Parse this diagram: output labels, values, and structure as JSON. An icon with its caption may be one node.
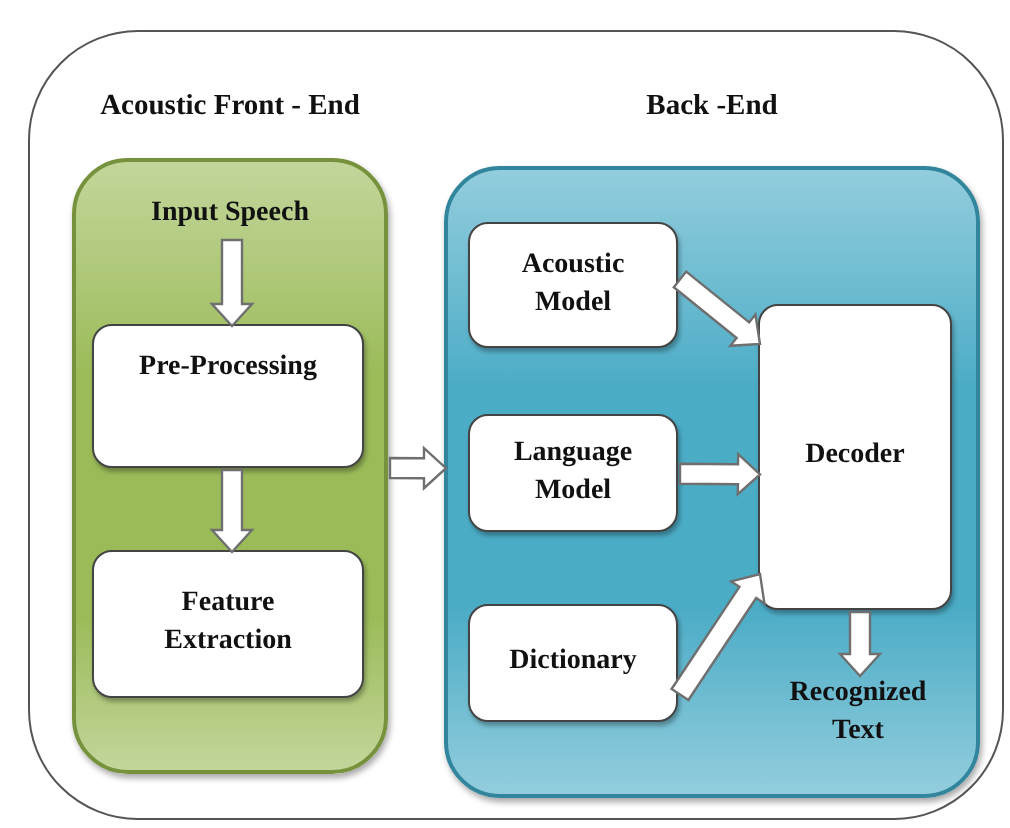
{
  "diagram": {
    "nodes": [
      {
        "text": [],
        "shape": "box"
      },
      {
        "text": [
          "Acoustic Front - End"
        ],
        "in": 0
      },
      {
        "text": [
          "Input Speech"
        ],
        "in": 1
      },
      {
        "text": [
          "Pre-Processing"
        ],
        "in": 1
      },
      {
        "text": [
          "Feature Extraction"
        ],
        "in": 1
      },
      {
        "text": [
          "Back -End"
        ],
        "in": 0
      },
      {
        "text": [
          "Acoustic Model"
        ],
        "in": 5
      },
      {
        "text": [
          "Language Model"
        ],
        "in": 5
      },
      {
        "text": [
          "Dictionary"
        ],
        "in": 5
      },
      {
        "text": [
          "Decoder"
        ],
        "in": 5
      },
      {
        "text": [
          "Recognized Text"
        ],
        "in": 5
      }
    ],
    "edges": [
      {
        "from": 2,
        "to": 3,
        "arrow": "to"
      },
      {
        "from": 3,
        "to": 4,
        "arrow": "to"
      },
      {
        "from": 1,
        "to": 5,
        "arrow": "to"
      },
      {
        "from": 6,
        "to": 9,
        "arrow": "to"
      },
      {
        "from": 7,
        "to": 9,
        "arrow": "to"
      },
      {
        "from": 8,
        "to": 9,
        "arrow": "to"
      },
      {
        "from": 9,
        "to": 10,
        "arrow": "to"
      }
    ]
  }
}
